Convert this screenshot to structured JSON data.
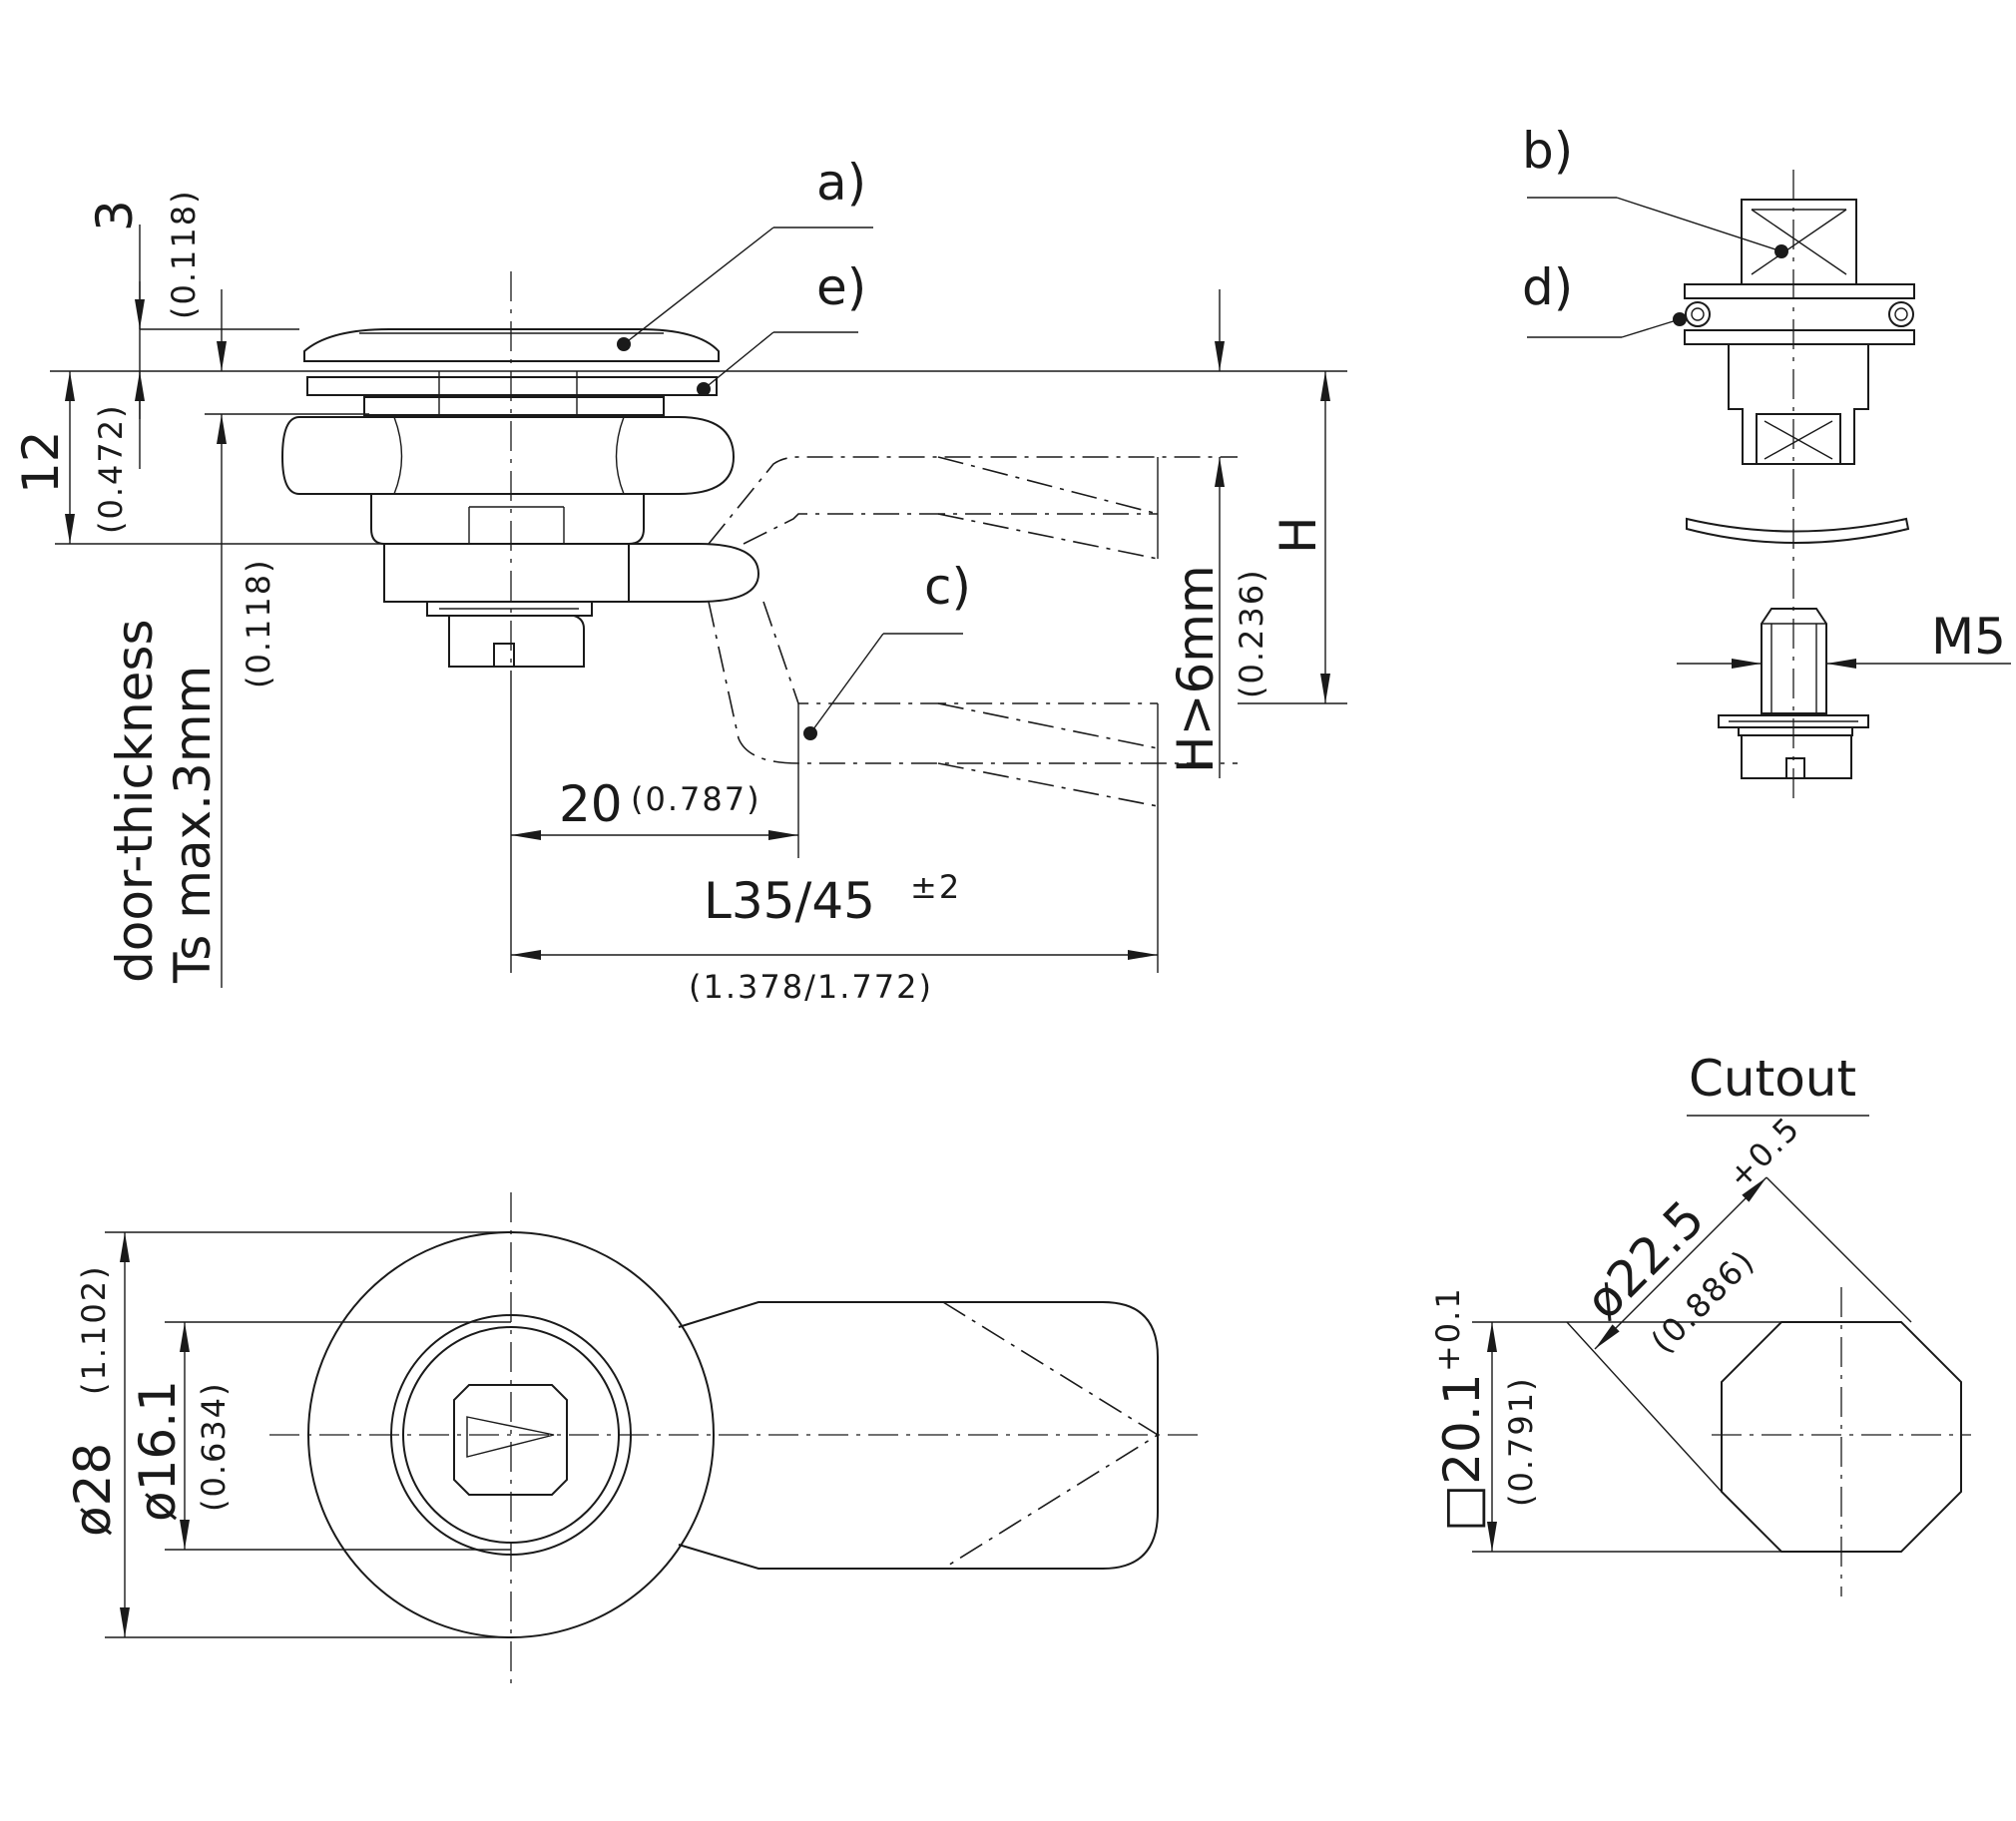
{
  "labels": {
    "a": "a)",
    "b": "b)",
    "c": "c)",
    "d": "d)",
    "e": "e)",
    "m5": "M5",
    "cutout": "Cutout"
  },
  "dims": {
    "d3": "3",
    "d3_in": "(0.118)",
    "d12": "12",
    "d12_in": "(0.472)",
    "door_line1": "door-thickness",
    "door_line2": "Ts max.3mm",
    "door_in": "(0.118)",
    "h_gt": "H>6mm",
    "h_gt_in": "(0.236)",
    "h": "H",
    "d20": "20",
    "d20_in": "(0.787)",
    "l": "L35/45",
    "l_tol": "±2",
    "l_in": "(1.378/1.772)",
    "d28": "ø28",
    "d28_in": "(1.102)",
    "d16": "ø16.1",
    "d16_in": "(0.634)",
    "d225": "ø22.5",
    "d225_tol": "+0.5",
    "d225_in": "(0.886)",
    "sq201": "□20.1",
    "sq201_tol": "+0.1",
    "sq201_in": "(0.791)"
  }
}
